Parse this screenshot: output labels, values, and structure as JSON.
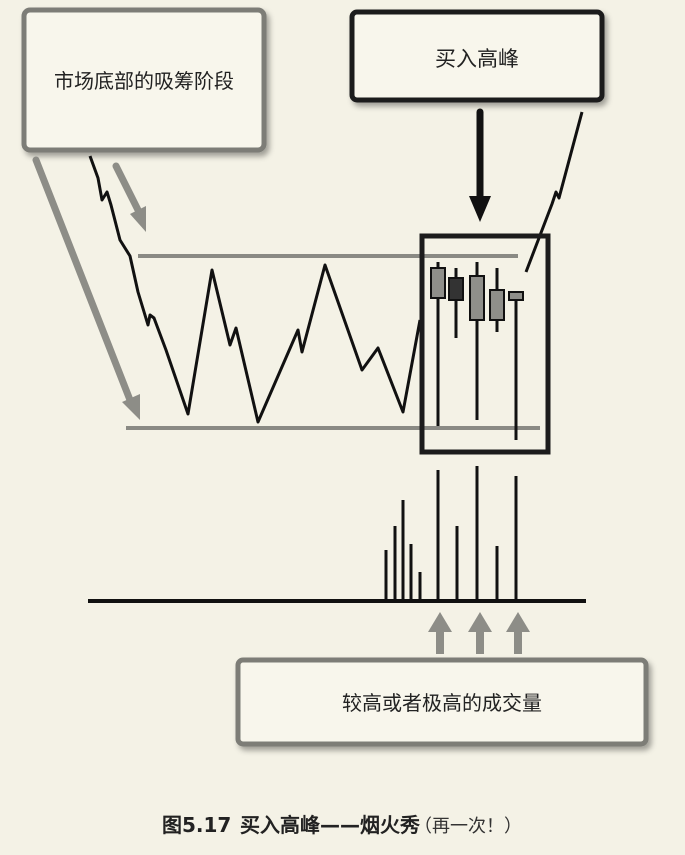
{
  "labels": {
    "accumulation": "市场底部的吸筹阶段",
    "buy_peak": "买入高峰",
    "volume_note": "较高或者极高的成交量"
  },
  "caption": {
    "figure_number": "图5.17",
    "title": "买入高峰——烟火秀",
    "suffix": "（再一次！）"
  },
  "colors": {
    "background": "#f4f2e6",
    "box_fill": "#f8f6ec",
    "gray_box_border": "#7d7d77",
    "black_box_border": "#1c1c1c",
    "price_line": "#111111",
    "level_line": "#8a8a84",
    "gray_arrow": "#8d8d87",
    "candle_gray": "#8f8f8a",
    "candle_dark": "#333333"
  },
  "icons": {
    "down_arrow_black": "down-arrow-icon",
    "down_arrow_gray": "down-arrow-icon",
    "up_arrow_gray": "up-arrow-icon"
  }
}
